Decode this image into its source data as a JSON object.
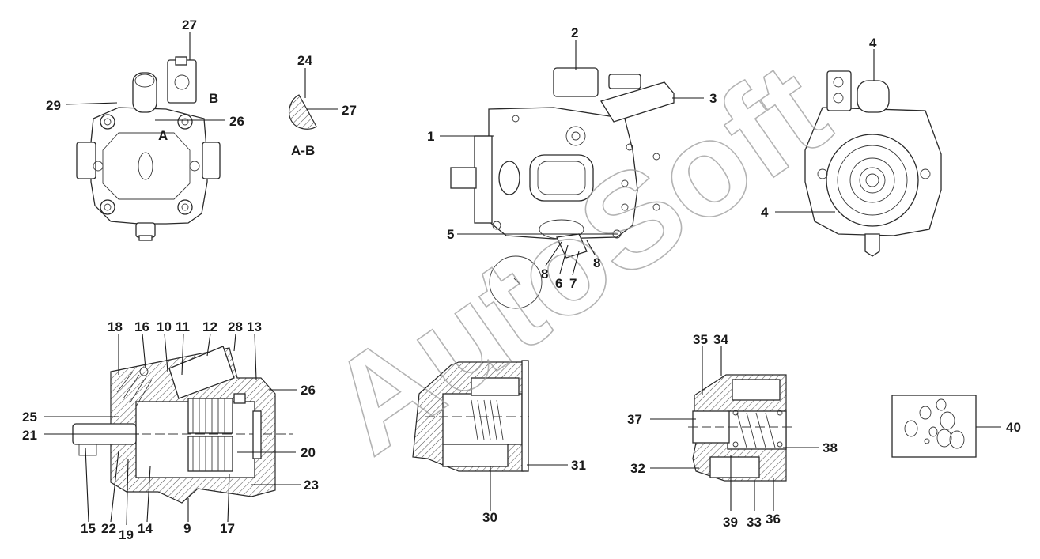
{
  "watermark": "AutoSoft",
  "view_labels": {
    "A": "A",
    "B": "B",
    "section": "A-B"
  },
  "callouts": {
    "c1": "1",
    "c2": "2",
    "c3": "3",
    "c4a": "4",
    "c4b": "4",
    "c5": "5",
    "c6": "6",
    "c7": "7",
    "c8a": "8",
    "c8b": "8",
    "c9": "9",
    "c10": "10",
    "c11": "11",
    "c12": "12",
    "c13": "13",
    "c14": "14",
    "c15": "15",
    "c16": "16",
    "c17": "17",
    "c18": "18",
    "c19": "19",
    "c20": "20",
    "c21": "21",
    "c22": "22",
    "c23": "23",
    "c24": "24",
    "c25": "25",
    "c26a": "26",
    "c26b": "26",
    "c27a": "27",
    "c27b": "27",
    "c28": "28",
    "c29": "29",
    "c30": "30",
    "c31": "31",
    "c32": "32",
    "c33": "33",
    "c34": "34",
    "c35": "35",
    "c36": "36",
    "c37": "37",
    "c38": "38",
    "c39": "39",
    "c40": "40"
  }
}
